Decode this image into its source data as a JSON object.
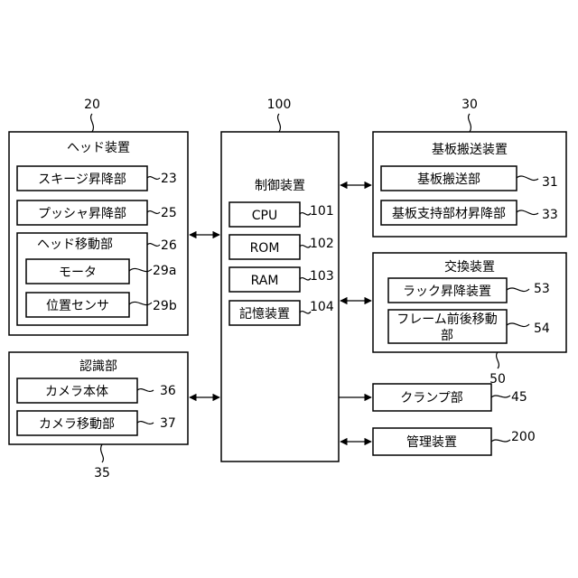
{
  "head_device": {
    "ref": "20",
    "title": "ヘッド装置",
    "squeegee": {
      "label": "スキージ昇降部",
      "ref": "23"
    },
    "pusher": {
      "label": "プッシャ昇降部",
      "ref": "25"
    },
    "head_move": {
      "label": "ヘッド移動部",
      "ref": "26"
    },
    "motor": {
      "label": "モータ",
      "ref": "29a"
    },
    "position_sensor": {
      "label": "位置センサ",
      "ref": "29b"
    }
  },
  "recognition": {
    "ref": "35",
    "title": "認識部",
    "camera_body": {
      "label": "カメラ本体",
      "ref": "36"
    },
    "camera_move": {
      "label": "カメラ移動部",
      "ref": "37"
    }
  },
  "controller": {
    "ref": "100",
    "title": "制御装置",
    "cpu": {
      "label": "CPU",
      "ref": "101"
    },
    "rom": {
      "label": "ROM",
      "ref": "102"
    },
    "ram": {
      "label": "RAM",
      "ref": "103"
    },
    "storage": {
      "label": "記憶装置",
      "ref": "104"
    }
  },
  "board_transport": {
    "ref": "30",
    "title": "基板搬送装置",
    "transport": {
      "label": "基板搬送部",
      "ref": "31"
    },
    "support": {
      "label": "基板支持部材昇降部",
      "ref": "33"
    }
  },
  "exchange": {
    "ref": "50",
    "title": "交換装置",
    "rack": {
      "label": "ラック昇降装置",
      "ref": "53"
    },
    "frame_line1": "フレーム前後移動",
    "frame_line2": "部",
    "frame_ref": "54"
  },
  "clamp": {
    "label": "クランプ部",
    "ref": "45"
  },
  "management": {
    "label": "管理装置",
    "ref": "200"
  }
}
